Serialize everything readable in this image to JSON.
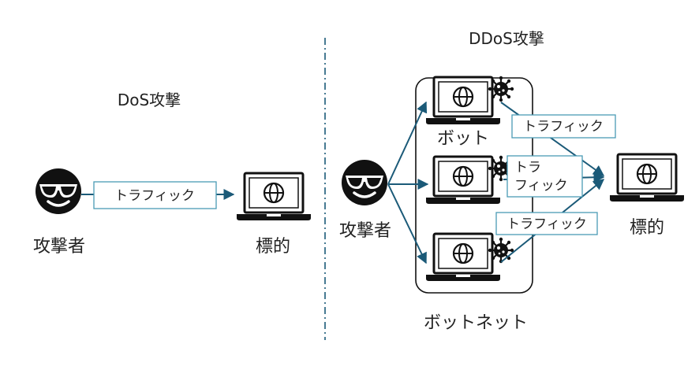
{
  "dos": {
    "title": "DoS攻撃",
    "attacker_label": "攻撃者",
    "target_label": "標的",
    "traffic_label": "トラフィック"
  },
  "ddos": {
    "title": "DDoS攻撃",
    "attacker_label": "攻撃者",
    "bot_label": "ボット",
    "botnet_label": "ボットネット",
    "target_label": "標的",
    "traffic_top": "トラフィック",
    "traffic_mid_line1": "トラ",
    "traffic_mid_line2": "フィック",
    "traffic_bottom": "トラフィック"
  },
  "colors": {
    "arrow": "#1b5a78",
    "box_border": "#4a9bb5",
    "icon": "#111111"
  },
  "icons": [
    "attacker-sunglasses-icon",
    "laptop-globe-icon",
    "virus-icon"
  ]
}
